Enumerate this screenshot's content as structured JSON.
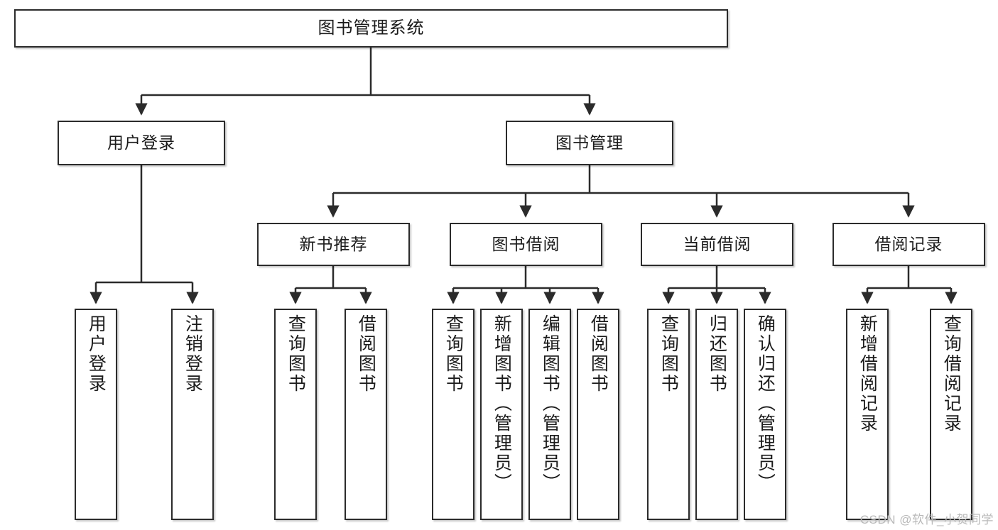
{
  "diagram": {
    "title": "图书管理系统",
    "type": "tree",
    "watermark": "CSDN @软件_小贺同学",
    "colors": {
      "box_border": "#2b2b2b",
      "box_fill": "#ffffff",
      "connector": "#2b2b2b",
      "text": "#1b1b1b",
      "watermark": "#b9b9b9"
    },
    "levels": [
      {
        "level": 1,
        "nodes": [
          {
            "id": "root",
            "label": "图书管理系统",
            "orientation": "horizontal"
          }
        ]
      },
      {
        "level": 2,
        "nodes": [
          {
            "id": "l2-0",
            "label": "用户登录",
            "orientation": "horizontal",
            "parent": "root"
          },
          {
            "id": "l2-1",
            "label": "图书管理",
            "orientation": "horizontal",
            "parent": "root"
          }
        ]
      },
      {
        "level": 3,
        "nodes": [
          {
            "id": "l3-0",
            "label": "新书推荐",
            "orientation": "horizontal",
            "parent": "l2-1"
          },
          {
            "id": "l3-1",
            "label": "图书借阅",
            "orientation": "horizontal",
            "parent": "l2-1"
          },
          {
            "id": "l3-2",
            "label": "当前借阅",
            "orientation": "horizontal",
            "parent": "l2-1"
          },
          {
            "id": "l3-3",
            "label": "借阅记录",
            "orientation": "horizontal",
            "parent": "l2-1"
          }
        ]
      },
      {
        "level": 4,
        "nodes": [
          {
            "id": "l4-0",
            "label": "用户登录",
            "orientation": "vertical",
            "parent": "l2-0"
          },
          {
            "id": "l4-1",
            "label": "注销登录",
            "orientation": "vertical",
            "parent": "l2-0"
          },
          {
            "id": "l4-2",
            "label": "查询图书",
            "orientation": "vertical",
            "parent": "l3-0"
          },
          {
            "id": "l4-3",
            "label": "借阅图书",
            "orientation": "vertical",
            "parent": "l3-0"
          },
          {
            "id": "l4-4",
            "label": "查询图书",
            "orientation": "vertical",
            "parent": "l3-1"
          },
          {
            "id": "l4-5",
            "label": "新增图书（管理员）",
            "orientation": "vertical",
            "parent": "l3-1"
          },
          {
            "id": "l4-6",
            "label": "编辑图书（管理员）",
            "orientation": "vertical",
            "parent": "l3-1"
          },
          {
            "id": "l4-7",
            "label": "借阅图书",
            "orientation": "vertical",
            "parent": "l3-1"
          },
          {
            "id": "l4-8",
            "label": "查询图书",
            "orientation": "vertical",
            "parent": "l3-2"
          },
          {
            "id": "l4-9",
            "label": "归还图书",
            "orientation": "vertical",
            "parent": "l3-2"
          },
          {
            "id": "l4-10",
            "label": "确认归还（管理员）",
            "orientation": "vertical",
            "parent": "l3-2"
          },
          {
            "id": "l4-11",
            "label": "新增借阅记录",
            "orientation": "vertical",
            "parent": "l3-3"
          },
          {
            "id": "l4-12",
            "label": "查询借阅记录",
            "orientation": "vertical",
            "parent": "l3-3"
          }
        ]
      }
    ]
  }
}
